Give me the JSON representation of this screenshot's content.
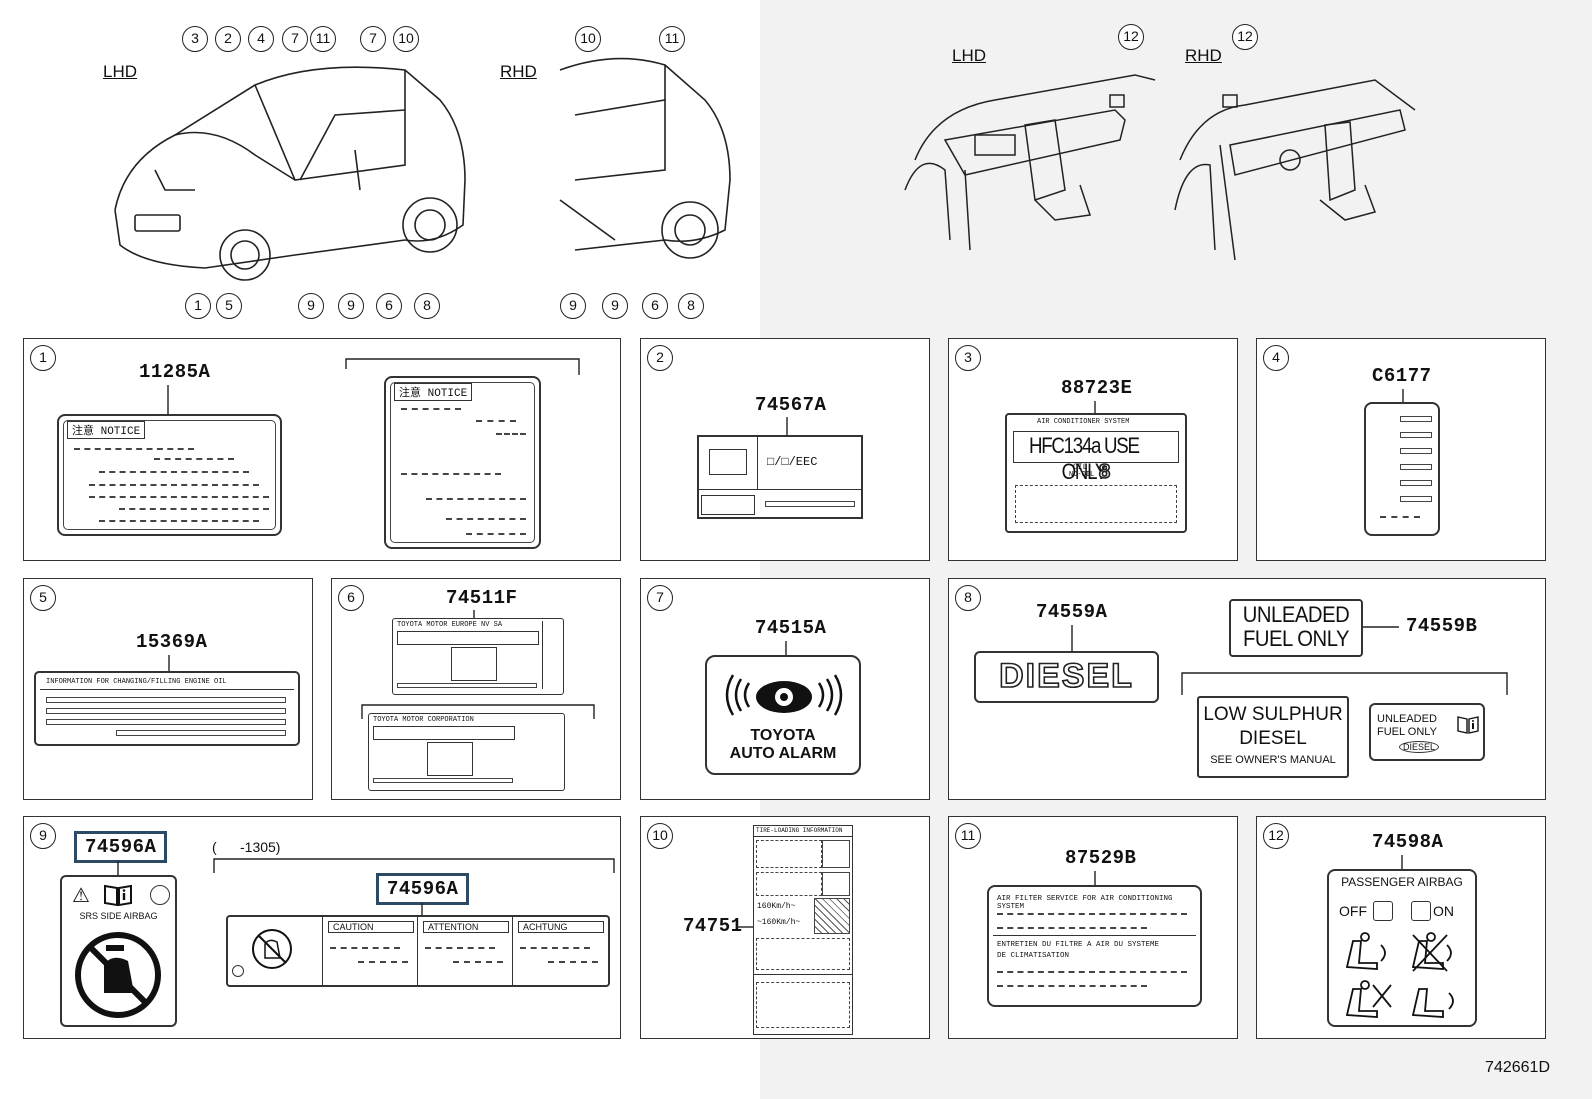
{
  "views": {
    "left_lhd": "LHD",
    "left_rhd": "RHD",
    "right_lhd": "LHD",
    "right_rhd": "RHD"
  },
  "callouts": {
    "lhd_top": [
      "3",
      "2",
      "4",
      "7",
      "11",
      "7",
      "10"
    ],
    "lhd_bottom": [
      "1",
      "5",
      "9",
      "9",
      "6",
      "8"
    ],
    "rhd_top": [
      "10",
      "11"
    ],
    "rhd_bottom": [
      "9",
      "9",
      "6",
      "8"
    ],
    "interior": [
      "12",
      "12"
    ]
  },
  "panels": {
    "p1": {
      "num": "1",
      "code": "11285A",
      "notice": "注意 NOTICE"
    },
    "p2": {
      "num": "2",
      "code": "74567A",
      "eec": "□/□/EEC"
    },
    "p3": {
      "num": "3",
      "code": "88723E",
      "ac": "AIR CONDITIONER SYSTEM",
      "hfc": "HFC134a USE ONLY",
      "oil": "OIL",
      "oil2": "ND-OIL",
      "oilnum": "8"
    },
    "p4": {
      "num": "4",
      "code": "C6177"
    },
    "p5": {
      "num": "5",
      "code": "15369A",
      "info": "INFORMATION FOR CHANGING/FILLING ENGINE OIL"
    },
    "p6": {
      "num": "6",
      "code": "74511F",
      "mfr1": "TOYOTA MOTOR EUROPE NV SA",
      "mfr2": "TOYOTA MOTOR CORPORATION"
    },
    "p7": {
      "num": "7",
      "code": "74515A",
      "line1": "TOYOTA",
      "line2": "AUTO ALARM"
    },
    "p8": {
      "num": "8",
      "code_a": "74559A",
      "code_b": "74559B",
      "diesel": "DIESEL",
      "unleaded1": "UNLEADED",
      "unleaded2": "FUEL ONLY",
      "low1": "LOW SULPHUR",
      "low2": "DIESEL",
      "low3": "SEE OWNER'S MANUAL",
      "un_small1": "UNLEADED",
      "un_small2": "FUEL ONLY",
      "un_small3": "DIESEL"
    },
    "p9": {
      "num": "9",
      "code_a": "74596A",
      "code_b": "74596A",
      "range": "(      -1305)",
      "srs": "SRS  SIDE  AIRBAG",
      "caution": "CAUTION",
      "attention": "ATTENTION",
      "achtung": "ACHTUNG"
    },
    "p10": {
      "num": "10",
      "code": "74751",
      "tire_title": "TIRE-LOADING INFORMATION",
      "speed1": "160Km/h~",
      "speed2": "~160Km/h~"
    },
    "p11": {
      "num": "11",
      "code": "87529B",
      "en": "AIR FILTER SERVICE FOR AIR CONDITIONING SYSTEM",
      "fr1": "ENTRETIEN DU FILTRE A AIR DU SYSTEME",
      "fr2": "DE CLIMATISATION"
    },
    "p12": {
      "num": "12",
      "code": "74598A",
      "title": "PASSENGER AIRBAG",
      "off": "OFF",
      "on": "ON"
    }
  },
  "ref": "742661D"
}
